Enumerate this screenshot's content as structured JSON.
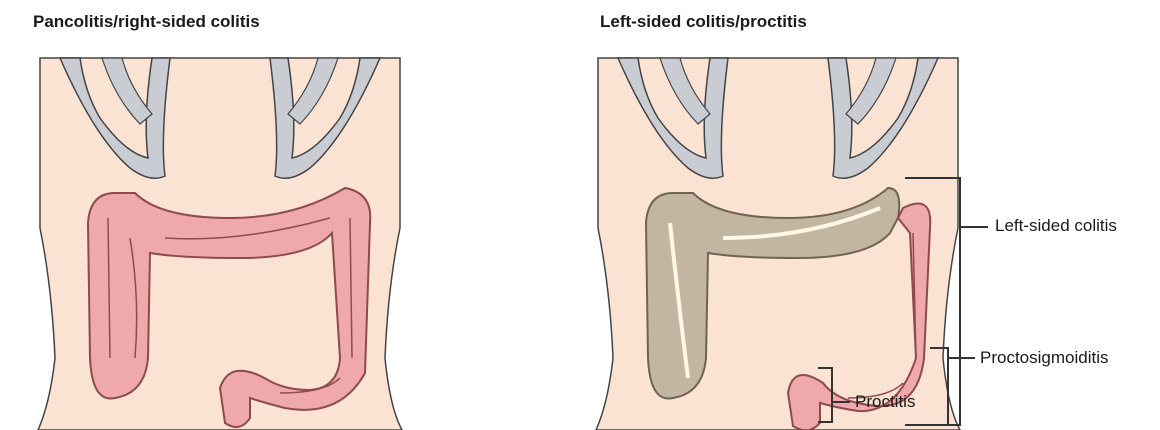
{
  "panels": {
    "left": {
      "title": "Pancolitis/right-sided colitis"
    },
    "right": {
      "title": "Left-sided colitis/proctitis"
    }
  },
  "labels": {
    "left_sided_colitis": "Left-sided colitis",
    "proctosigmoiditis": "Proctosigmoiditis",
    "proctitis": "Proctitis"
  },
  "colors": {
    "skin": "#fbe3d3",
    "rib": "#c9cdd3",
    "colon_pink": "#f0a9ab",
    "colon_outline": "#8e4a4d",
    "colon_inflamed": "#c2b6a0",
    "inflamed_outline": "#6f6450",
    "lumen_line": "#fff7e6",
    "bracket": "#333333"
  }
}
